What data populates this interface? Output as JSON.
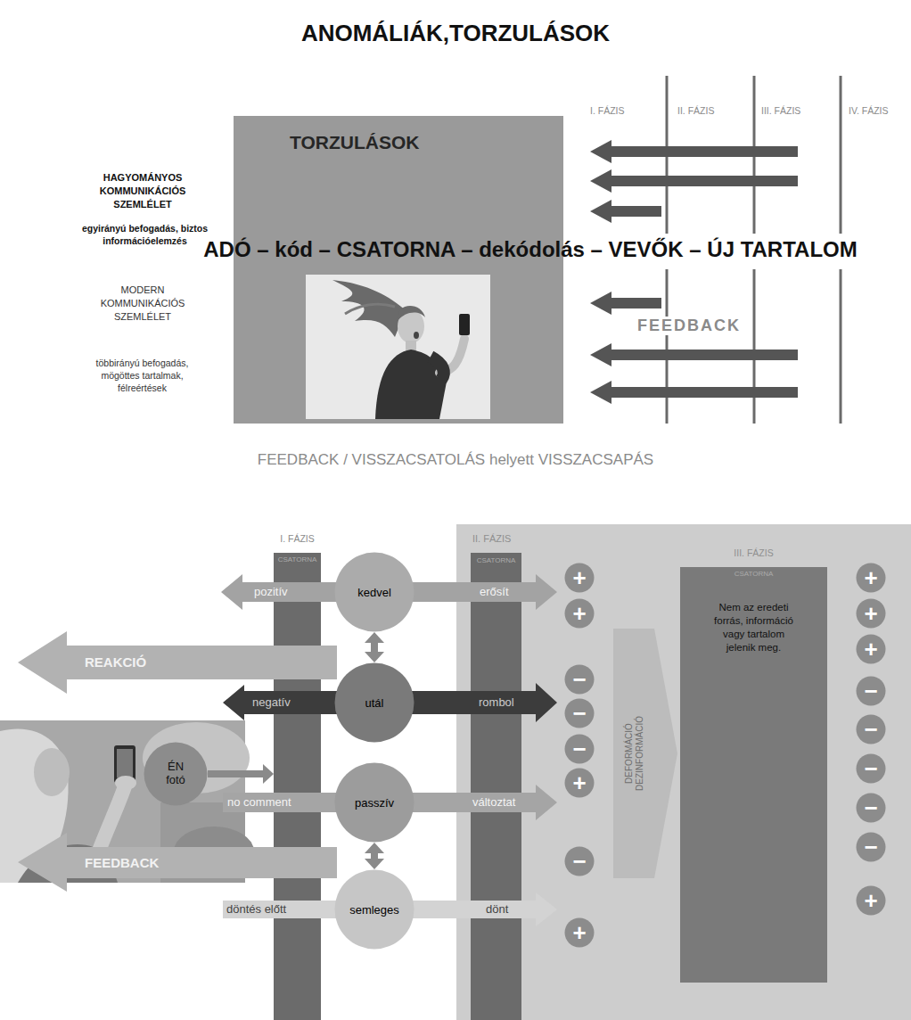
{
  "diagram": {
    "title": "ANOMÁLIÁK,TORZULÁSOK",
    "nodes": [
      {
        "text": [
          "TORZULÁSOK"
        ]
      },
      {
        "text": [
          "I. FÁZIS",
          "CSATORNA"
        ]
      },
      {
        "text": [
          "kedvel"
        ]
      },
      {
        "text": [
          "utál"
        ]
      },
      {
        "text": [
          "passzív"
        ]
      },
      {
        "text": [
          "semleges"
        ]
      },
      {
        "text": [
          "ÉN fotó"
        ]
      },
      {
        "text": [
          "II. FÁZIS"
        ]
      },
      {
        "text": [
          "CSATORNA"
        ],
        "in": 7
      },
      {
        "text": [
          "III. FÁZIS",
          "CSATORNA",
          "Nem az eredeti forrás, információ vagy tartalom jelenik meg."
        ],
        "in": 7
      },
      {
        "text": [
          "+"
        ],
        "in": 7
      },
      {
        "text": [
          "+"
        ],
        "in": 7
      },
      {
        "text": [
          "−"
        ],
        "in": 7
      },
      {
        "text": [
          "−"
        ],
        "in": 7
      },
      {
        "text": [
          "−"
        ],
        "in": 7
      },
      {
        "text": [
          "+"
        ],
        "in": 7
      },
      {
        "text": [
          "−"
        ],
        "in": 7
      },
      {
        "text": [
          "+"
        ],
        "in": 7
      },
      {
        "text": [
          "+"
        ],
        "in": 7
      },
      {
        "text": [
          "+"
        ],
        "in": 7
      },
      {
        "text": [
          "+"
        ],
        "in": 7
      },
      {
        "text": [
          "−"
        ],
        "in": 7
      },
      {
        "text": [
          "−"
        ],
        "in": 7
      },
      {
        "text": [
          "−"
        ],
        "in": 7
      },
      {
        "text": [
          "−"
        ],
        "in": 7
      },
      {
        "text": [
          "−"
        ],
        "in": 7
      },
      {
        "text": [
          "+"
        ],
        "in": 7
      }
    ],
    "edges": [
      {
        "from": 6,
        "to": 1,
        "arrow": "to"
      },
      {
        "from": 2,
        "to": 3,
        "arrow": "both"
      },
      {
        "from": 4,
        "to": 5,
        "arrow": "both"
      }
    ],
    "labels": [
      "HAGYOMÁNYOS KOMMUNIKÁCIÓS SZEMLÉLET",
      "egyirányú befogadás, biztos információelemzés",
      "ADÓ – kód – CSATORNA – dekódolás – VEVŐK – ÚJ TARTALOM",
      "MODERN KOMMUNIKÁCIÓS SZEMLÉLET",
      "többirányú befogadás, mögöttes tartalmak, félreértések",
      "I. FÁZIS",
      "II. FÁZIS",
      "III. FÁZIS",
      "IV. FÁZIS",
      "FEEDBACK",
      "FEEDBACK / VISSZACSATOLÁS helyett VISSZACSAPÁS",
      "pozitív",
      "erősít",
      "REAKCIÓ",
      "negatív",
      "rombol",
      "no comment",
      "változtat",
      "FEEDBACK",
      "döntés előtt",
      "dönt",
      "DEFORMÁCIÓ DEZINFORMÁCIÓ"
    ]
  }
}
